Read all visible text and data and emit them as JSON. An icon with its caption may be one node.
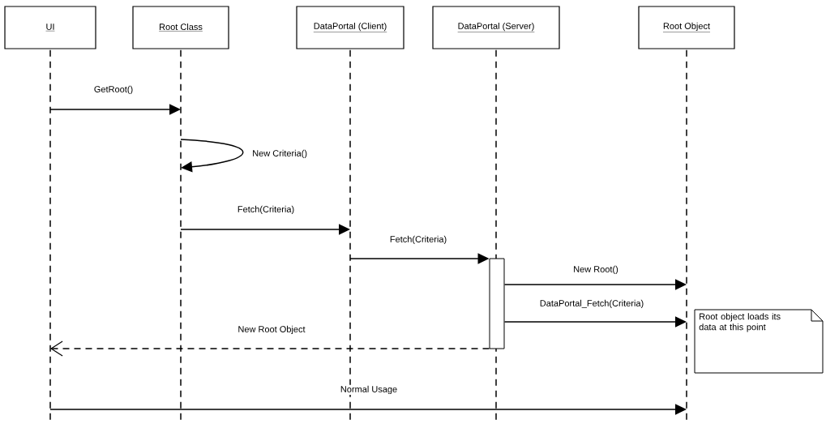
{
  "diagram": {
    "nodes": [
      {
        "text": [
          "UI"
        ]
      },
      {
        "text": [
          "Root Class"
        ]
      },
      {
        "text": [
          "DataPortal (Client)"
        ]
      },
      {
        "text": [
          "DataPortal (Server)"
        ]
      },
      {
        "text": [
          "Root Object"
        ]
      },
      {
        "text": [],
        "shape": "line"
      },
      {
        "text": [],
        "shape": "line"
      },
      {
        "text": [],
        "shape": "line"
      },
      {
        "text": [],
        "shape": "line"
      },
      {
        "text": [],
        "shape": "line"
      },
      {
        "text": [],
        "shape": "bar"
      },
      {
        "text": [
          "Root object loads its data at this point"
        ]
      }
    ],
    "edges": [
      {
        "from": 5,
        "to": 6,
        "arrow": "to",
        "label": "GetRoot()"
      },
      {
        "from": 6,
        "to": 6,
        "arrow": "to",
        "label": "New Criteria()"
      },
      {
        "from": 6,
        "to": 7,
        "arrow": "to",
        "label": "Fetch(Criteria)"
      },
      {
        "from": 7,
        "to": 10,
        "arrow": "to",
        "label": "Fetch(Criteria)"
      },
      {
        "from": 10,
        "to": 9,
        "arrow": "to",
        "label": "New Root()"
      },
      {
        "from": 10,
        "to": 9,
        "arrow": "to",
        "label": "DataPortal_Fetch(Criteria)"
      },
      {
        "from": 10,
        "to": 5,
        "arrow": "to",
        "label": "New Root Object",
        "style": "dashed"
      },
      {
        "from": 5,
        "to": 9,
        "arrow": "to",
        "label": "Normal Usage"
      }
    ]
  }
}
